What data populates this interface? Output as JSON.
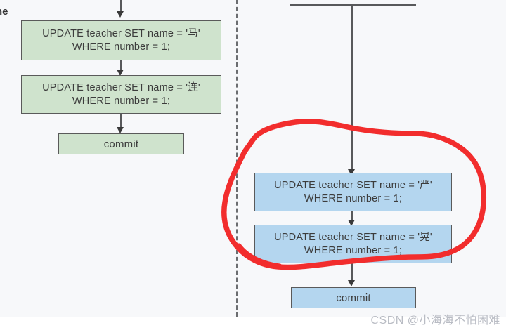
{
  "diagram": {
    "type": "flowchart",
    "title_fragment": "ne",
    "left_transaction": {
      "fill_color": "#cfe3cd",
      "border_color": "#5a5a5a",
      "nodes": [
        {
          "id": "left-stmt-1",
          "text": "UPDATE teacher  SET name = '马'\nWHERE number = 1;"
        },
        {
          "id": "left-stmt-2",
          "text": "UPDATE teacher  SET name = '连'\nWHERE number = 1;"
        },
        {
          "id": "left-commit",
          "text": "commit"
        }
      ]
    },
    "right_transaction": {
      "fill_color": "#b4d6ef",
      "border_color": "#5a5a5a",
      "nodes": [
        {
          "id": "right-stmt-1",
          "text": "UPDATE teacher  SET name = '严'\nWHERE number = 1;"
        },
        {
          "id": "right-stmt-2",
          "text": "UPDATE teacher  SET name = '晃'\nWHERE number = 1;"
        },
        {
          "id": "right-commit",
          "text": "commit"
        }
      ]
    },
    "annotation": {
      "kind": "hand-drawn-ellipse",
      "color": "#f22d2d",
      "encircles": "right-stmt-1 and right-stmt-2"
    },
    "divider": {
      "kind": "vertical-dashed-line",
      "color": "#6b6d70"
    }
  },
  "watermark": {
    "text": "CSDN @小海海不怕困难",
    "color": "#b9bcc4"
  }
}
